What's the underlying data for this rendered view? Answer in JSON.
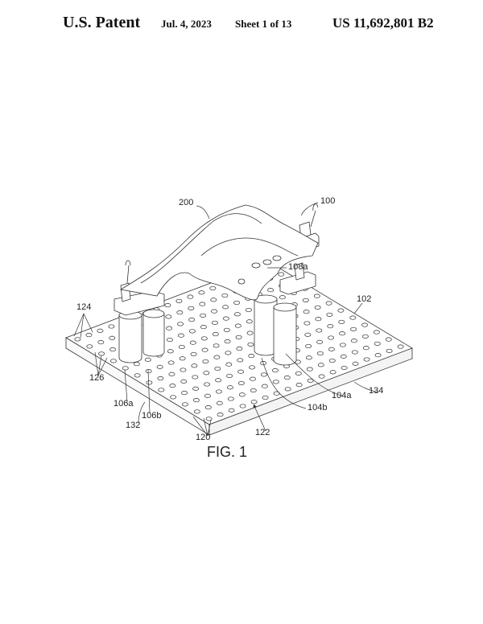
{
  "header": {
    "title": "U.S. Patent",
    "date": "Jul. 4, 2023",
    "sheet": "Sheet 1 of 13",
    "patent_number": "US 11,692,801 B2"
  },
  "figure": {
    "caption": "FIG. 1",
    "reference_numerals": {
      "r200": "200",
      "r100": "100",
      "r108a": "108a",
      "r102": "102",
      "r124": "124",
      "r126": "126",
      "r106a": "106a",
      "r106b": "106b",
      "r132": "132",
      "r104a": "104a",
      "r104b": "104b",
      "r134": "134",
      "r122": "122",
      "r120": "120"
    }
  }
}
